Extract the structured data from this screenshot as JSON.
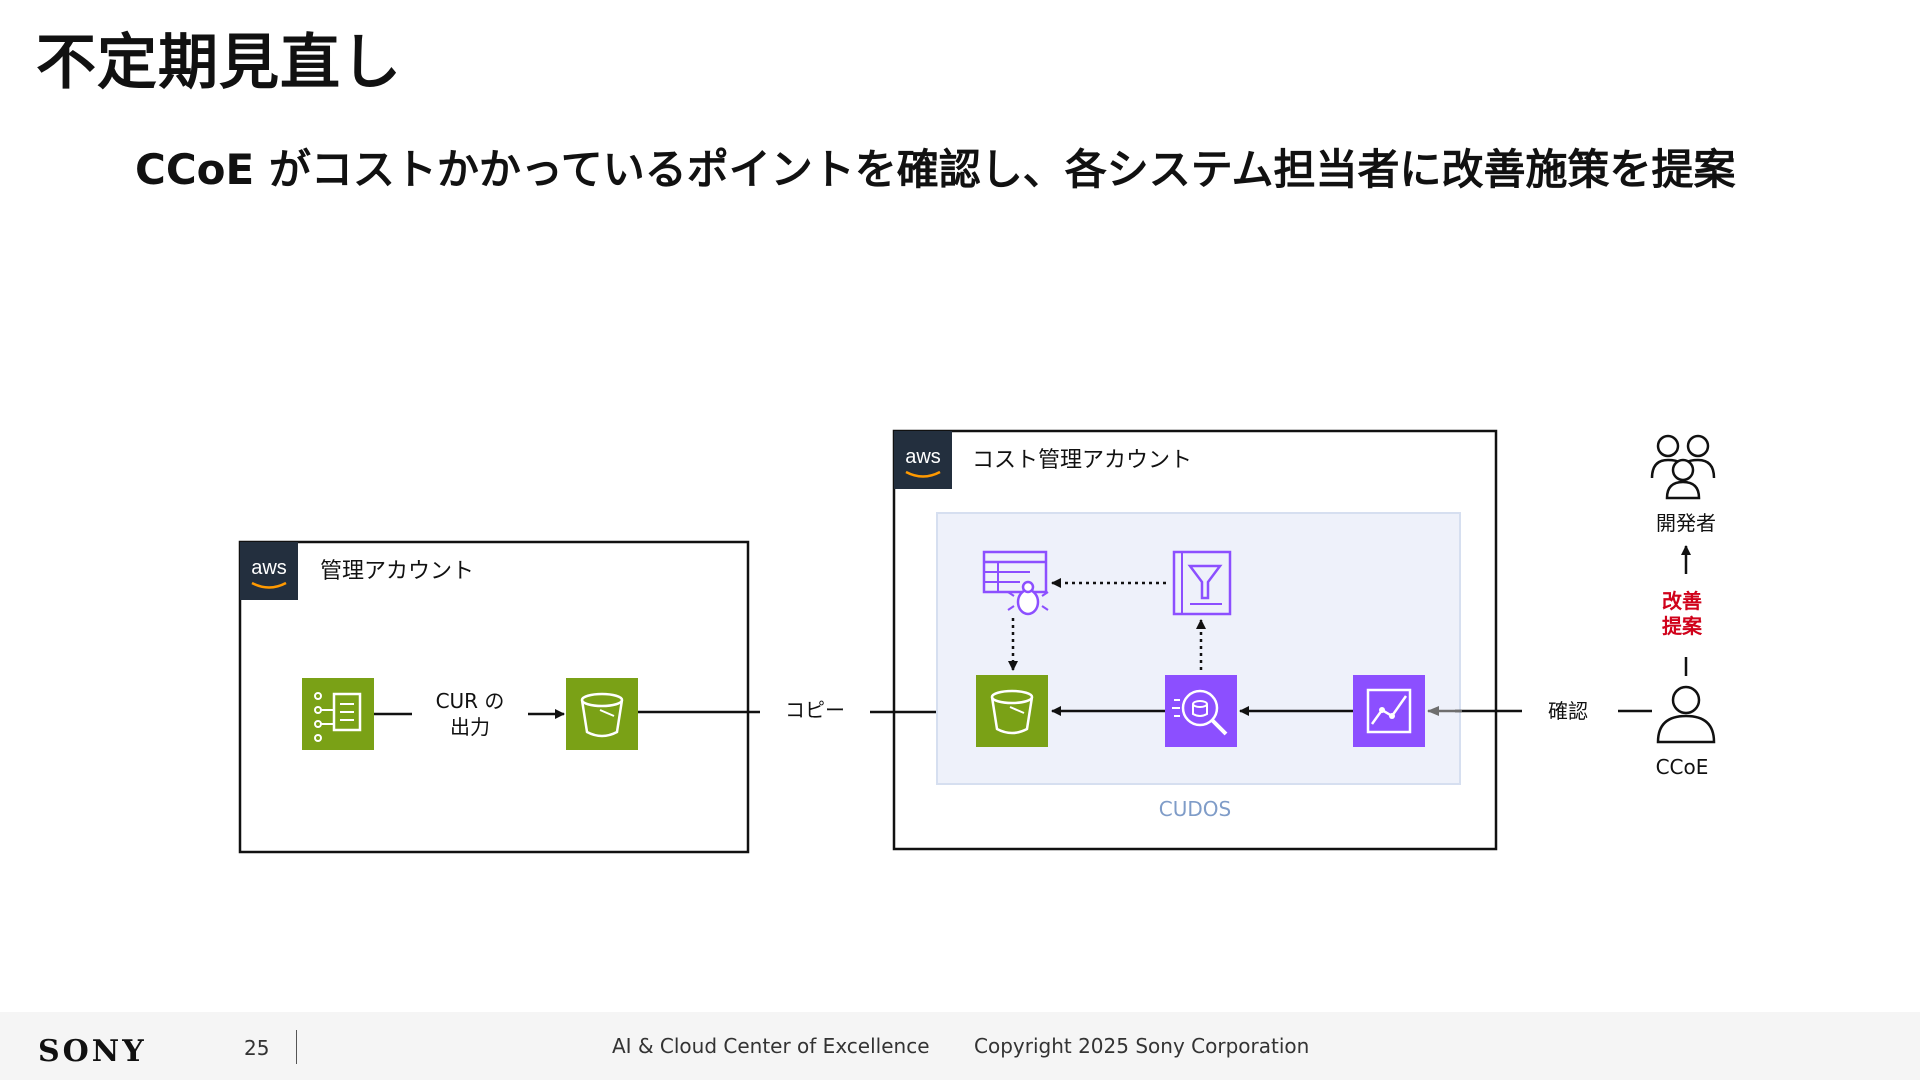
{
  "title": "不定期見直し",
  "subtitle": "CCoE がコストかかっているポイントを確認し、各システム担当者に改善施策を提案",
  "diagram": {
    "management_account": {
      "badge": "aws",
      "label": "管理アカウント"
    },
    "cur_output_label_line1": "CUR の",
    "cur_output_label_line2": "出力",
    "copy_label": "コピー",
    "cost_account": {
      "badge": "aws",
      "label": "コスト管理アカウント"
    },
    "cudos_label": "CUDOS",
    "confirm_label": "確認",
    "developer_label": "開発者",
    "improvement_line1": "改善",
    "improvement_line2": "提案",
    "ccoe_label": "CCoE"
  },
  "colors": {
    "aws_badge": "#232f3e",
    "storage_green": "#7aa116",
    "analytics_purple": "#8c4fff",
    "cudos_area": "#eef1fa",
    "cudos_text": "#7f9cc8",
    "proposal_red": "#d0021b"
  },
  "icons": {
    "cur": "cost-usage-report-icon",
    "s3": "s3-bucket-icon",
    "glue_catalog": "glue-data-catalog-icon",
    "glue_crawler": "glue-crawler-icon",
    "athena": "athena-icon",
    "quicksight": "quicksight-icon",
    "group": "user-group-icon",
    "user": "user-icon"
  },
  "footer": {
    "brand": "SONY",
    "page": "25",
    "org": "AI & Cloud Center of Excellence",
    "copyright": "Copyright 2025 Sony Corporation"
  }
}
